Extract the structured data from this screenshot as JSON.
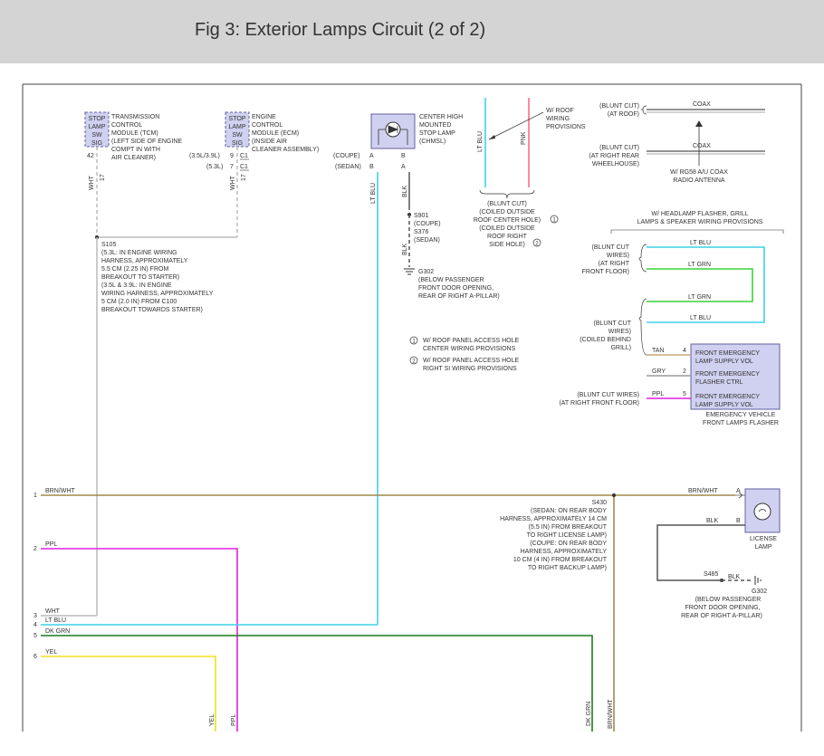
{
  "header": {
    "title": "Fig 3: Exterior Lamps Circuit (2 of 2)"
  },
  "colors": {
    "ltblu": "#3fd0e8",
    "ltgrn": "#3ad03a",
    "ppl": "#e020e0",
    "yel": "#f0e020",
    "dkgrn": "#1e7a1e",
    "brnwht": "#a08a4a",
    "wht": "#bbbbbb",
    "pnk": "#ff6a8a",
    "box_fill": "#d0d0f0",
    "box_stroke": "#6060a0"
  },
  "tcm": {
    "stop_lamp_sw_sig": [
      "STOP",
      "LAMP",
      "SW",
      "SIG"
    ],
    "desc": [
      "TRANSMISSION",
      "CONTROL",
      "MODULE (TCM)",
      "(LEFT SIDE OF ENGINE",
      "COMPT IN WITH",
      "AIR CLEANER)"
    ],
    "pin": "42",
    "wire": "WHT",
    "circuit": "17"
  },
  "ecm": {
    "stop_lamp_sw_sig": [
      "STOP",
      "LAMP",
      "SW",
      "SIG"
    ],
    "desc": [
      "ENGINE",
      "CONTROL",
      "MODULE (ECM)",
      "(INSIDE AIR",
      "CLEANER ASSEMBLY)"
    ],
    "row1": {
      "variant": "(3.5L/3.9L)",
      "pin": "9",
      "conn": "C1"
    },
    "row2": {
      "variant": "(5.3L)",
      "pin": "7",
      "conn": "C1"
    },
    "wire": "WHT",
    "circuit": "17"
  },
  "chmsl": {
    "desc": [
      "CENTER HIGH",
      "MOUNTED",
      "STOP LAMP",
      "(CHMSL)"
    ],
    "coupe": "(COUPE)",
    "sedan": "(SEDAN)",
    "pin_a_left": "A",
    "pin_b_left": "B",
    "pin_b_right": "B",
    "pin_a_right": "A",
    "wire_left": "LT BLU",
    "wire_right": "BLK"
  },
  "s901": {
    "lines": [
      "S901",
      "(COUPE)",
      "S376",
      "(SEDAN)"
    ]
  },
  "g302_top": {
    "wire": "BLK",
    "lines": [
      "G302",
      "(BELOW PASSENGER",
      "FRONT DOOR OPENING,",
      "REAR OF RIGHT A-PILLAR)"
    ]
  },
  "roof_wiring": {
    "wire1": "LT BLU",
    "wire2": "PNK",
    "desc": [
      "W/ ROOF",
      "WIRING",
      "PROVISIONS"
    ],
    "blunt": [
      "(BLUNT CUT)",
      "(COILED OUTSIDE",
      "ROOF CENTER HOLE)",
      "(COILED OUTSIDE",
      "ROOF RIGHT",
      "SIDE HOLE)"
    ],
    "marker1": "1",
    "marker2": "2"
  },
  "notes": [
    {
      "num": "1",
      "lines": [
        "W/ ROOF PANEL ACCESS HOLE",
        "CENTER WIRING PROVISIONS"
      ]
    },
    {
      "num": "2",
      "lines": [
        "W/ ROOF PANEL ACCESS HOLE",
        "RIGHT SI WIRING PROVISIONS"
      ]
    }
  ],
  "coax": {
    "top_blunt": [
      "(BLUNT CUT)",
      "(AT ROOF)"
    ],
    "label": "COAX",
    "bottom_blunt": [
      "(BLUNT CUT)",
      "(AT RIGHT REAR",
      "WHEELHOUSE)"
    ],
    "antenna": [
      "W/ RG58 A/U COAX",
      "RADIO ANTENNA"
    ]
  },
  "headlamp": {
    "title": [
      "W/ HEADLAMP FLASHER, GRILL",
      "LAMPS & SPEAKER WIRING PROVISIONS"
    ],
    "blunt1": [
      "(BLUNT CUT",
      "WIRES)",
      "(AT RIGHT",
      "FRONT FLOOR)"
    ],
    "blunt2": [
      "(BLUNT CUT",
      "WIRES)",
      "(COILED BEHIND",
      "GRILL)"
    ],
    "w1": "LT BLU",
    "w2": "LT GRN",
    "w3": "LT GRN",
    "w4": "LT BLU"
  },
  "flasher": {
    "pins": [
      {
        "wire": "TAN",
        "pin": "4",
        "lines": [
          "FRONT EMERGENCY",
          "LAMP SUPPLY VOL"
        ]
      },
      {
        "wire": "GRY",
        "pin": "2",
        "lines": [
          "FRONT EMERGENCY",
          "FLASHER CTRL"
        ]
      },
      {
        "wire": "PPL",
        "pin": "5",
        "lines": [
          "FRONT EMERGENCY",
          "LAMP SUPPLY VOL"
        ]
      }
    ],
    "ppl_blunt": [
      "(BLUNT CUT WIRES)",
      "(AT RIGHT FRONT FLOOR)"
    ],
    "name": [
      "EMERGENCY VEHICLE",
      "FRONT LAMPS FLASHER"
    ]
  },
  "s105": {
    "id": "S105",
    "lines": [
      "(5.3L: IN ENGINE WIRING",
      "HARNESS, APPROXIMATELY",
      "5.5 CM (2.25 IN) FROM",
      "BREAKOUT TO STARTER)",
      "(3.5L & 3.9L: IN ENGINE",
      "WIRING HARNESS, APPROXIMATELY",
      "5 CM (2.0 IN) FROM C100",
      "BREAKOUT TOWARDS STARTER)"
    ]
  },
  "s430": {
    "lines": [
      "S430",
      "(SEDAN: ON REAR BODY",
      "HARNESS, APPROXIMATELY 14 CM",
      "(5.5 IN) FROM BREAKOUT",
      "TO RIGHT LICENSE LAMP)",
      "(COUPE: ON REAR BODY",
      "HARNESS, APPROXIMATELY",
      "10 CM (4 IN) FROM BREAKOUT",
      "TO RIGHT BACKUP LAMP)"
    ]
  },
  "license": {
    "wire_a": "BRN/WHT",
    "pin_a": "A",
    "wire_b": "BLK",
    "pin_b": "B",
    "name": [
      "LICENSE",
      "LAMP"
    ]
  },
  "s485": {
    "id": "S485",
    "wire": "BLK",
    "lines": [
      "G302",
      "(BELOW PASSENGER",
      "FRONT DOOR OPENING,",
      "REAR OF RIGHT A-PILLAR)"
    ]
  },
  "rows": [
    {
      "num": "1",
      "wire": "BRN/WHT"
    },
    {
      "num": "2",
      "wire": "PPL"
    },
    {
      "num": "3",
      "wire": "WHT"
    },
    {
      "num": "4",
      "wire": "LT BLU"
    },
    {
      "num": "5",
      "wire": "DK GRN"
    },
    {
      "num": "6",
      "wire": "YEL"
    }
  ],
  "bottom_labels": {
    "yel": "YEL",
    "ppl": "PPL",
    "dkgrn": "DK GRN",
    "brnwht": "BRN/WHT"
  }
}
